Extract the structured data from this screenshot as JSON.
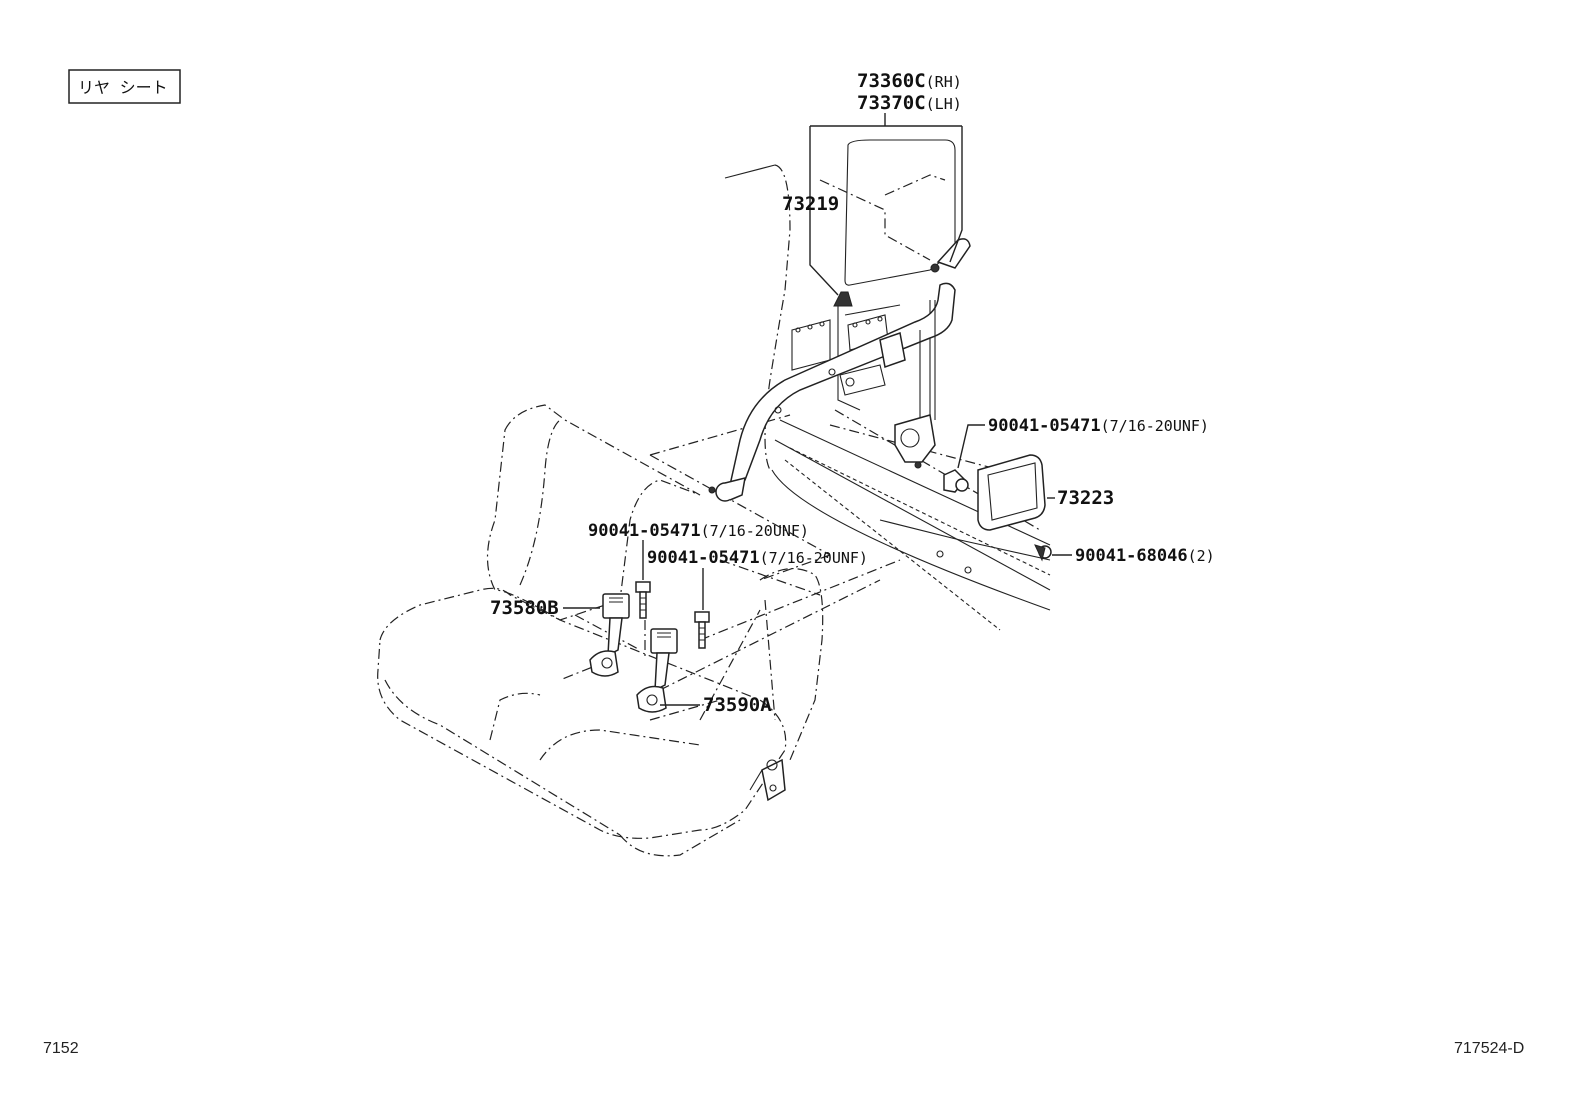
{
  "title_box": "リヤ シート",
  "page_number": "7152",
  "figure_code": "717524-D",
  "callouts": {
    "belt_rh_number": "73360C",
    "belt_rh_side": "(RH)",
    "belt_lh_number": "73370C",
    "belt_lh_side": "(LH)",
    "cap": "73219",
    "bolt_retractor": "90041-05471",
    "bolt_retractor_spec": "(7/16-20UNF)",
    "cover": "73223",
    "clip": "90041-68046",
    "clip_qty": "(2)",
    "bolt_buckle_1": "90041-05471",
    "bolt_buckle_1_spec": "(7/16-20UNF)",
    "bolt_buckle_2": "90041-05471",
    "bolt_buckle_2_spec": "(7/16-20UNF)",
    "buckle_b": "73580B",
    "buckle_a": "73590A"
  }
}
